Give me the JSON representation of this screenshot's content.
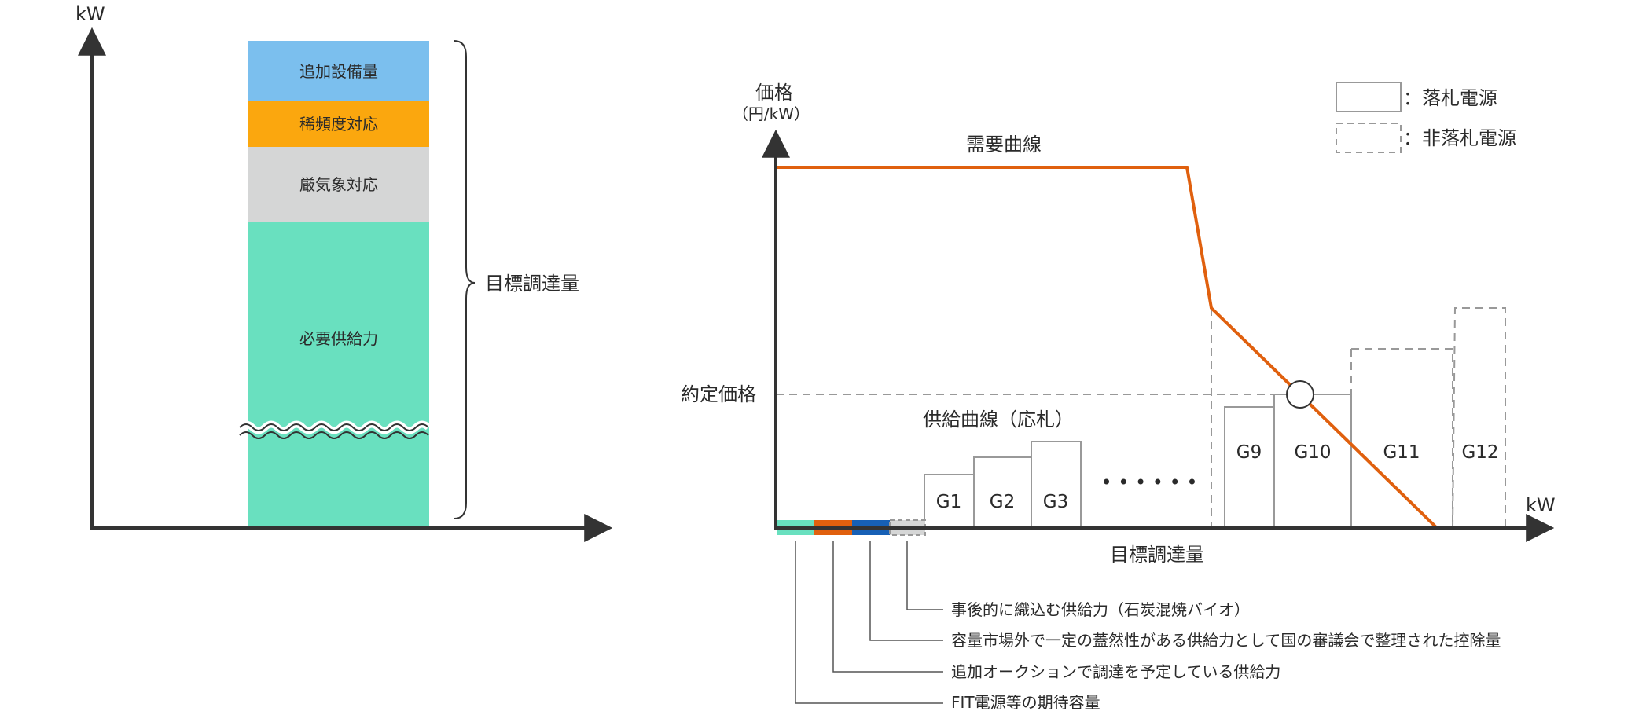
{
  "left_diagram": {
    "y_axis_unit": "kW",
    "bracket_label": "目標調達量",
    "segments": [
      {
        "label": "追加設備量",
        "color": "#7bbfee"
      },
      {
        "label": "稀頻度対応",
        "color": "#fba70e"
      },
      {
        "label": "厳気象対応",
        "color": "#d5d6d6"
      },
      {
        "label": "必要供給力",
        "color": "#69e0bf"
      }
    ]
  },
  "right_diagram": {
    "y_axis_title": "価格",
    "y_axis_unit": "（円/kW）",
    "x_axis_unit": "kW",
    "x_axis_label": "目標調達量",
    "demand_curve_label": "需要曲線",
    "supply_curve_label": "供給曲線（応札）",
    "clearing_price_label": "約定価格",
    "ellipsis": "• • • • • •",
    "curve_color": "#e0600e",
    "legend": [
      {
        "label": "：落札電源",
        "style": "solid"
      },
      {
        "label": "：非落札電源",
        "style": "dashed"
      }
    ],
    "generators": [
      {
        "label": "G1",
        "status": "cleared"
      },
      {
        "label": "G2",
        "status": "cleared"
      },
      {
        "label": "G3",
        "status": "cleared"
      },
      {
        "label": "G9",
        "status": "cleared"
      },
      {
        "label": "G10",
        "status": "cleared"
      },
      {
        "label": "G11",
        "status": "not_cleared"
      },
      {
        "label": "G12",
        "status": "not_cleared"
      }
    ],
    "deductions": [
      {
        "label": "FIT電源等の期待容量",
        "color": "#69e0bf"
      },
      {
        "label": "追加オークションで調達を予定している供給力",
        "color": "#e0600e"
      },
      {
        "label": "容量市場外で一定の蓋然性がある供給力として国の審議会で整理された控除量",
        "color": "#1760b5"
      },
      {
        "label": "事後的に織込む供給力（石炭混焼バイオ）",
        "color": "#d5d6d6"
      }
    ]
  }
}
